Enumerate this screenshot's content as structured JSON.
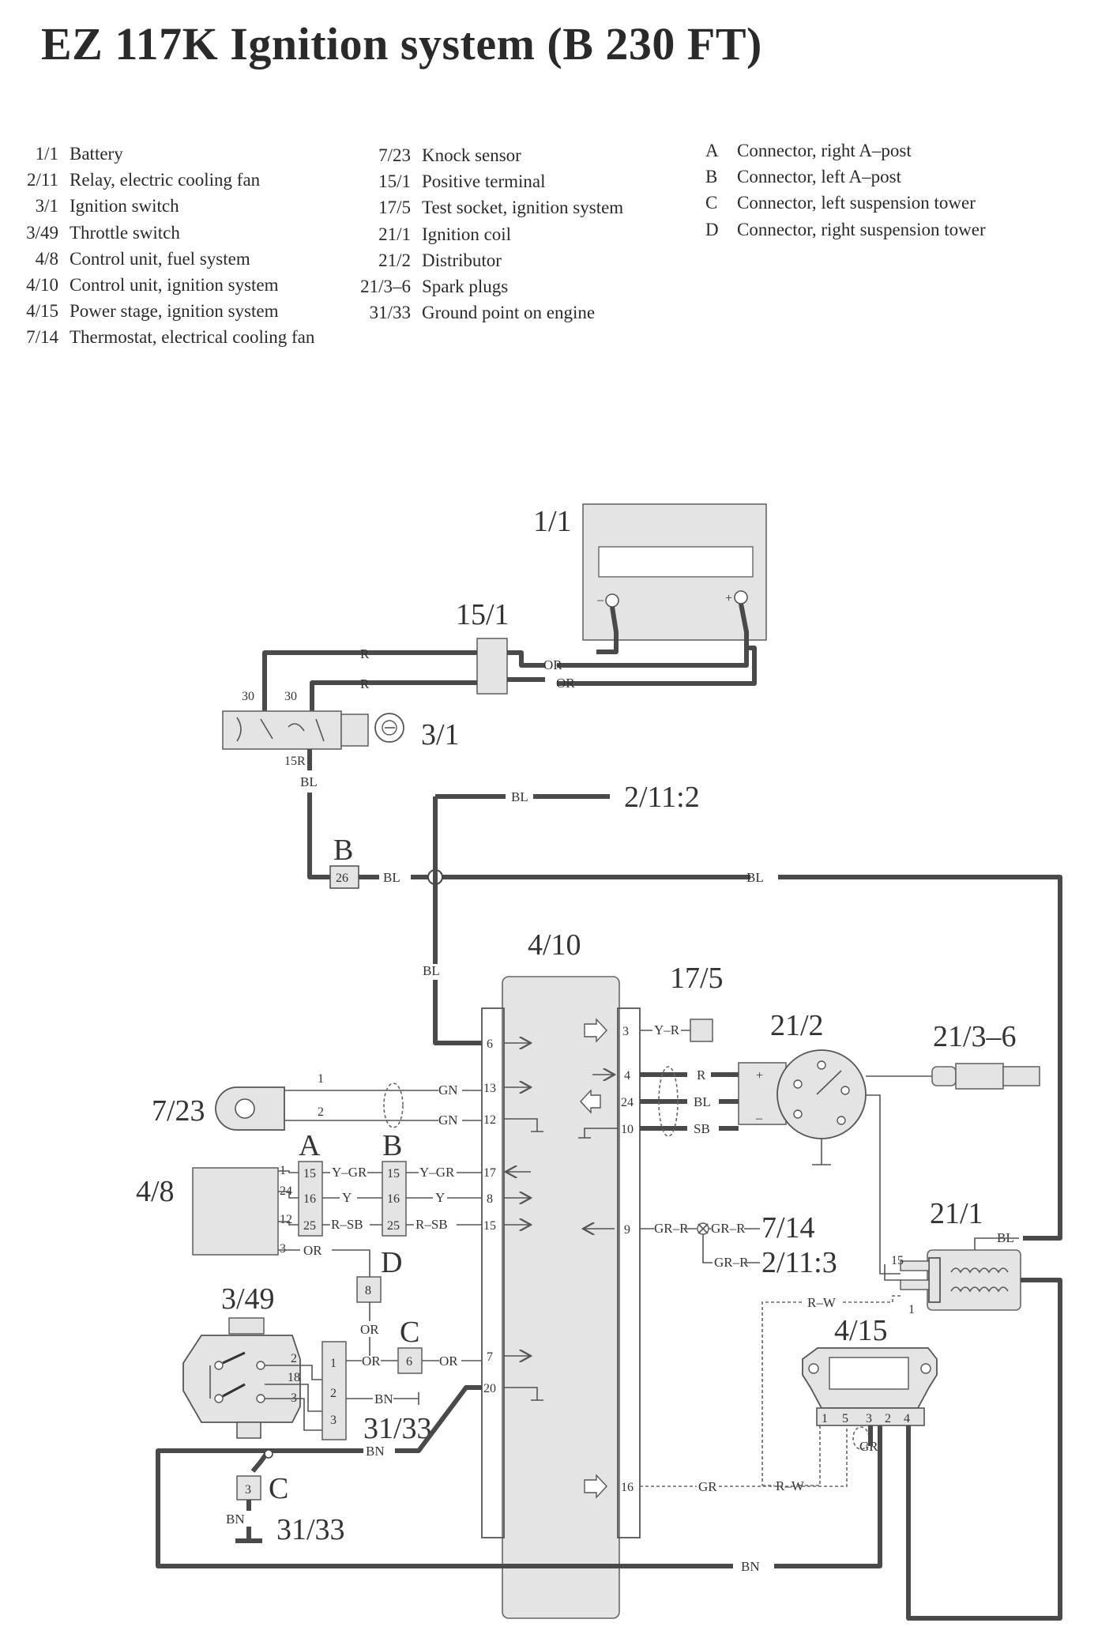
{
  "title": "EZ 117K Ignition system (B 230 FT)",
  "legend": {
    "col1": [
      {
        "code": "1/1",
        "desc": "Battery"
      },
      {
        "code": "2/11",
        "desc": "Relay, electric cooling fan"
      },
      {
        "code": "3/1",
        "desc": "Ignition switch"
      },
      {
        "code": "3/49",
        "desc": "Throttle switch"
      },
      {
        "code": "4/8",
        "desc": "Control unit, fuel system"
      },
      {
        "code": "4/10",
        "desc": "Control unit, ignition system"
      },
      {
        "code": "4/15",
        "desc": "Power stage, ignition system"
      },
      {
        "code": "7/14",
        "desc": "Thermostat, electrical cooling fan"
      }
    ],
    "col2": [
      {
        "code": "7/23",
        "desc": "Knock sensor"
      },
      {
        "code": "15/1",
        "desc": "Positive terminal"
      },
      {
        "code": "17/5",
        "desc": "Test socket, ignition system"
      },
      {
        "code": "21/1",
        "desc": "Ignition coil"
      },
      {
        "code": "21/2",
        "desc": "Distributor"
      },
      {
        "code": "21/3–6",
        "desc": "Spark plugs"
      },
      {
        "code": "31/33",
        "desc": "Ground point on engine"
      }
    ],
    "col3": [
      {
        "code": "A",
        "desc": "Connector, right A–post"
      },
      {
        "code": "B",
        "desc": "Connector, left A–post"
      },
      {
        "code": "C",
        "desc": "Connector, left suspension tower"
      },
      {
        "code": "D",
        "desc": "Connector, right suspension tower"
      }
    ]
  },
  "components": {
    "battery": "1/1",
    "positive_terminal": "15/1",
    "ignition_switch": "3/1",
    "relay_fan_2": "2/11:2",
    "relay_fan_3": "2/11:3",
    "control_unit_ignition": "4/10",
    "test_socket": "17/5",
    "distributor": "21/2",
    "spark_plugs": "21/3–6",
    "knock_sensor": "7/23",
    "control_unit_fuel": "4/8",
    "thermostat": "7/14",
    "ignition_coil": "21/1",
    "throttle_switch": "3/49",
    "power_stage": "4/15",
    "ground_1": "31/33",
    "ground_2": "31/33",
    "conn_a": "A",
    "conn_b_top": "B",
    "conn_b": "B",
    "conn_c_top": "C",
    "conn_c_bottom": "C",
    "conn_d": "D"
  },
  "wire_labels": {
    "r": "R",
    "or": "OR",
    "bl": "BL",
    "gn": "GN",
    "y": "Y",
    "y_gr": "Y–GR",
    "r_sb": "R–SB",
    "y_r": "Y–R",
    "sb": "SB",
    "gr_r": "GR–R",
    "r_w": "R–W",
    "gr": "GR",
    "bn": "BN"
  },
  "pins": {
    "p30": "30",
    "p15r": "15R",
    "p26": "26",
    "p6": "6",
    "p13": "13",
    "p12": "12",
    "p17": "17",
    "p8": "8",
    "p15": "15",
    "p7": "7",
    "p20": "20",
    "p16": "16",
    "p3": "3",
    "p4": "4",
    "p24": "24",
    "p10": "10",
    "p9": "9",
    "p25": "25",
    "p1": "1",
    "p2": "2",
    "p18": "18",
    "p5": "5",
    "term_plus": "+",
    "term_minus": "–"
  }
}
